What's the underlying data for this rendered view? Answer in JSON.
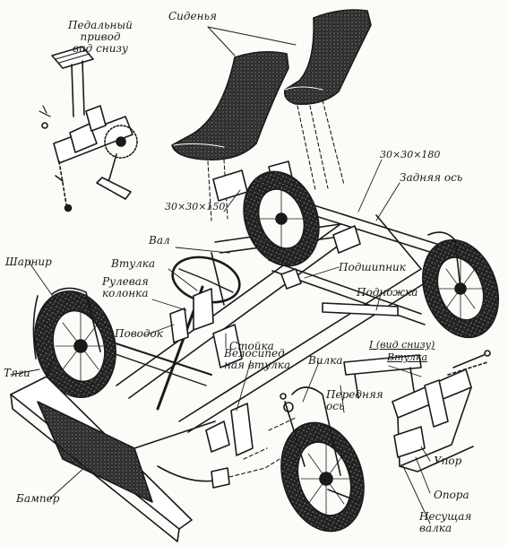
{
  "labels": {
    "pedal_drive": [
      "Педальный",
      "привод",
      "вид снизу"
    ],
    "seats": "Сиденья",
    "dim_30x30x150": "30×30×150",
    "dim_30x30x180": "30×30×180",
    "rear_axle": "Задняя ось",
    "shaft": "Вал",
    "bushing": "Втулка",
    "bearing": "Подшипник",
    "steering_column": [
      "Рулевая",
      "колонка"
    ],
    "footrest": "Подножка",
    "hinge": "Шарнир",
    "leash": "Поводок",
    "rack": "Стойка",
    "rods": "Тяги",
    "bicycle_bushing": [
      "Велосипед-",
      "ная втулка"
    ],
    "fork": "Вилка",
    "front_axle": [
      "Передняя",
      "ось"
    ],
    "view_from_below": "I (вид снизу)",
    "bushing_inset": "Втулка",
    "bumper": "Бампер",
    "stop": "Упор",
    "support": "Опора",
    "carrying_roller": [
      "Несущая",
      "валка"
    ]
  },
  "colors": {
    "ink": "#1a1a1a",
    "paper": "#fbfbf8",
    "shade": "#2b2b2b"
  }
}
